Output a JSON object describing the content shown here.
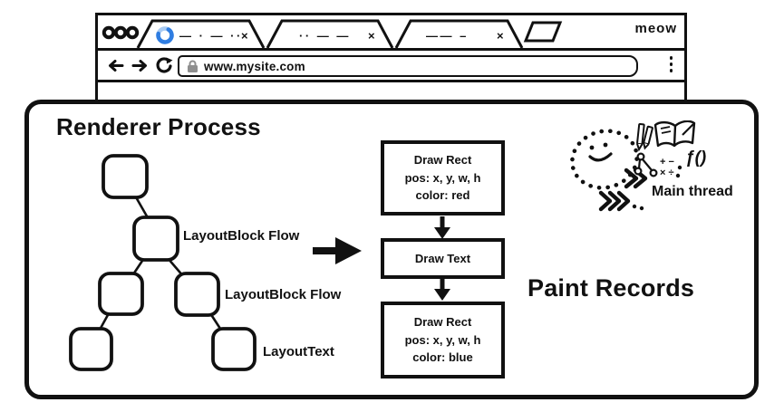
{
  "colors": {
    "ink": "#111111",
    "spinner_blue": "#2f7de1",
    "spinner_light": "#a9cbf3",
    "lock_gray": "#8f8f8f"
  },
  "browser": {
    "brand": "meow",
    "tabs": [
      {
        "title_scribble": "— · — ··",
        "close_glyph": "×",
        "loading": true
      },
      {
        "title_scribble": "·· — —",
        "close_glyph": "×",
        "loading": false
      },
      {
        "title_scribble": "—— –",
        "close_glyph": "×",
        "loading": false
      }
    ],
    "address_bar": {
      "url": "www.mysite.com"
    },
    "icons": {
      "traffic_lights": "window-buttons",
      "spinner": "loading-spinner",
      "back": "arrow-left",
      "forward": "arrow-right",
      "reload": "reload",
      "lock": "lock",
      "new_tab": "new-tab",
      "menu": "kebab-menu"
    }
  },
  "renderer": {
    "title": "Renderer Process",
    "layout_tree": {
      "labels": [
        "LayoutBlock Flow",
        "LayoutBlock Flow",
        "LayoutText"
      ]
    },
    "paint_records": {
      "heading": "Paint Records",
      "boxes": [
        {
          "lines": [
            "Draw Rect",
            "pos: x, y, w, h",
            "color: red"
          ]
        },
        {
          "lines": [
            "Draw Text"
          ]
        },
        {
          "lines": [
            "Draw Rect",
            "pos: x, y, w, h",
            "color: blue"
          ]
        }
      ]
    },
    "main_thread": {
      "label": "Main thread",
      "function_glyph": "ƒ()",
      "math_line1": "+ −",
      "math_line2": "× ÷"
    }
  }
}
